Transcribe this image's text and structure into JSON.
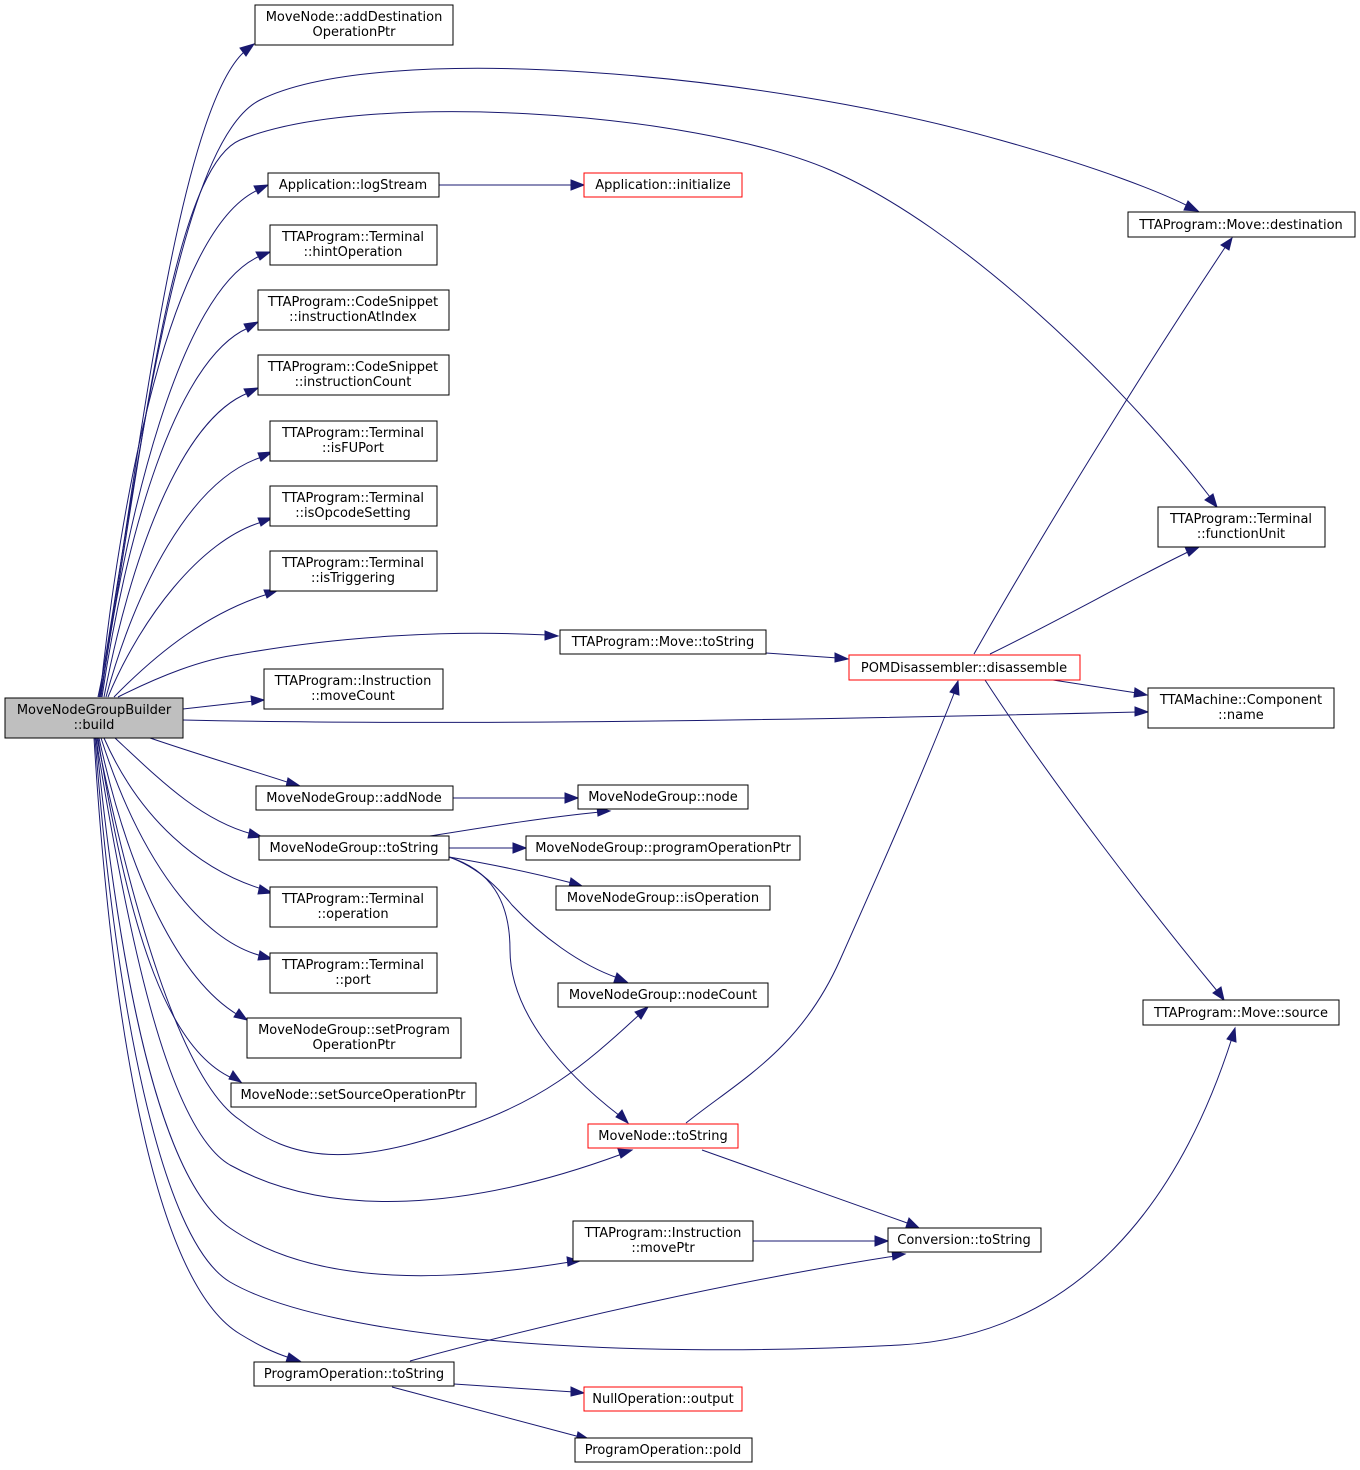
{
  "colors": {
    "edge": "#191970",
    "border": "#000000",
    "highlight_border": "#ff0000",
    "root_fill": "#bfbfbf",
    "background": "#ffffff"
  },
  "nodes": {
    "root": {
      "lines": [
        "MoveNodeGroupBuilder",
        "::build"
      ],
      "style": "root"
    },
    "addDestOp": {
      "lines": [
        "MoveNode::addDestination",
        "OperationPtr"
      ]
    },
    "logStream": {
      "lines": [
        "Application::logStream"
      ]
    },
    "initialize": {
      "lines": [
        "Application::initialize"
      ],
      "style": "red"
    },
    "hintOp": {
      "lines": [
        "TTAProgram::Terminal",
        "::hintOperation"
      ]
    },
    "instrAtIdx": {
      "lines": [
        "TTAProgram::CodeSnippet",
        "::instructionAtIndex"
      ]
    },
    "instrCount": {
      "lines": [
        "TTAProgram::CodeSnippet",
        "::instructionCount"
      ]
    },
    "isFUPort": {
      "lines": [
        "TTAProgram::Terminal",
        "::isFUPort"
      ]
    },
    "isOpcode": {
      "lines": [
        "TTAProgram::Terminal",
        "::isOpcodeSetting"
      ]
    },
    "isTrigger": {
      "lines": [
        "TTAProgram::Terminal",
        "::isTriggering"
      ]
    },
    "moveToStr": {
      "lines": [
        "TTAProgram::Move::toString"
      ]
    },
    "moveCount": {
      "lines": [
        "TTAProgram::Instruction",
        "::moveCount"
      ]
    },
    "addNode": {
      "lines": [
        "MoveNodeGroup::addNode"
      ]
    },
    "mngToStr": {
      "lines": [
        "MoveNodeGroup::toString"
      ]
    },
    "operation": {
      "lines": [
        "TTAProgram::Terminal",
        "::operation"
      ]
    },
    "port": {
      "lines": [
        "TTAProgram::Terminal",
        "::port"
      ]
    },
    "setProgOp": {
      "lines": [
        "MoveNodeGroup::setProgram",
        "OperationPtr"
      ]
    },
    "setSrcOp": {
      "lines": [
        "MoveNode::setSourceOperationPtr"
      ]
    },
    "mnNode": {
      "lines": [
        "MoveNodeGroup::node"
      ]
    },
    "progOpPtr": {
      "lines": [
        "MoveNodeGroup::programOperationPtr"
      ]
    },
    "isOperation": {
      "lines": [
        "MoveNodeGroup::isOperation"
      ]
    },
    "nodeCount": {
      "lines": [
        "MoveNodeGroup::nodeCount"
      ]
    },
    "mnToStr": {
      "lines": [
        "MoveNode::toString"
      ],
      "style": "red"
    },
    "movePtr": {
      "lines": [
        "TTAProgram::Instruction",
        "::movePtr"
      ]
    },
    "progOpToStr": {
      "lines": [
        "ProgramOperation::toString"
      ]
    },
    "nullOut": {
      "lines": [
        "NullOperation::output"
      ],
      "style": "red"
    },
    "poId": {
      "lines": [
        "ProgramOperation::poId"
      ]
    },
    "disassemble": {
      "lines": [
        "POMDisassembler::disassemble"
      ],
      "style": "red"
    },
    "convToStr": {
      "lines": [
        "Conversion::toString"
      ]
    },
    "destination": {
      "lines": [
        "TTAProgram::Move::destination"
      ]
    },
    "funcUnit": {
      "lines": [
        "TTAProgram::Terminal",
        "::functionUnit"
      ]
    },
    "compName": {
      "lines": [
        "TTAMachine::Component",
        "::name"
      ]
    },
    "moveSource": {
      "lines": [
        "TTAProgram::Move::source"
      ]
    }
  },
  "edges": [
    [
      "root",
      "addDestOp"
    ],
    [
      "root",
      "destination"
    ],
    [
      "root",
      "funcUnit"
    ],
    [
      "root",
      "logStream"
    ],
    [
      "root",
      "hintOp"
    ],
    [
      "root",
      "instrAtIdx"
    ],
    [
      "root",
      "instrCount"
    ],
    [
      "root",
      "isFUPort"
    ],
    [
      "root",
      "isOpcode"
    ],
    [
      "root",
      "isTrigger"
    ],
    [
      "root",
      "moveToStr"
    ],
    [
      "root",
      "moveCount"
    ],
    [
      "root",
      "compName"
    ],
    [
      "root",
      "addNode"
    ],
    [
      "root",
      "mngToStr"
    ],
    [
      "root",
      "operation"
    ],
    [
      "root",
      "port"
    ],
    [
      "root",
      "setProgOp"
    ],
    [
      "root",
      "setSrcOp"
    ],
    [
      "root",
      "nodeCount"
    ],
    [
      "root",
      "mnToStr"
    ],
    [
      "root",
      "movePtr"
    ],
    [
      "root",
      "moveSource"
    ],
    [
      "root",
      "progOpToStr"
    ],
    [
      "logStream",
      "initialize"
    ],
    [
      "moveToStr",
      "disassemble"
    ],
    [
      "disassemble",
      "destination"
    ],
    [
      "disassemble",
      "funcUnit"
    ],
    [
      "disassemble",
      "compName"
    ],
    [
      "disassemble",
      "moveSource"
    ],
    [
      "addNode",
      "mnNode"
    ],
    [
      "mngToStr",
      "mnNode"
    ],
    [
      "mngToStr",
      "progOpPtr"
    ],
    [
      "mngToStr",
      "isOperation"
    ],
    [
      "mngToStr",
      "nodeCount"
    ],
    [
      "mngToStr",
      "mnToStr"
    ],
    [
      "mnToStr",
      "disassemble"
    ],
    [
      "mnToStr",
      "convToStr"
    ],
    [
      "movePtr",
      "convToStr"
    ],
    [
      "progOpToStr",
      "convToStr"
    ],
    [
      "progOpToStr",
      "nullOut"
    ],
    [
      "progOpToStr",
      "poId"
    ]
  ]
}
